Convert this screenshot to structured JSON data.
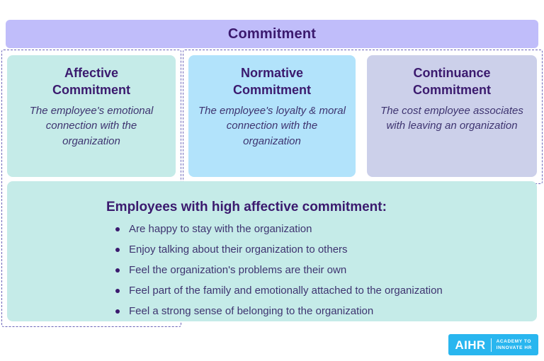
{
  "header": {
    "title": "Commitment"
  },
  "columns": [
    {
      "title": "Affective\nCommitment",
      "title_line1": "Affective",
      "title_line2": "Commitment",
      "description": "The employee's emotional connection with the organization",
      "color": "#c5ebe8"
    },
    {
      "title": "Normative\nCommitment",
      "title_line1": "Normative",
      "title_line2": "Commitment",
      "description": "The employee's loyalty & moral connection with the organization",
      "color": "#b2e3fb"
    },
    {
      "title": "Continuance\nCommitment",
      "title_line1": "Continuance",
      "title_line2": "Commitment",
      "description": "The cost employee associates with leaving an organization",
      "color": "#ccd0ea"
    }
  ],
  "detail": {
    "heading": "Employees with high affective commitment:",
    "items": [
      "Are happy to stay with the organization",
      "Enjoy talking about their organization to others",
      "Feel the organization's problems are their own",
      "Feel part of the family and emotionally attached to the organization",
      "Feel a strong sense of belonging to the organization"
    ],
    "color": "#c5ebe8"
  },
  "logo": {
    "mark": "AIHR",
    "tagline_line1": "ACADEMY TO",
    "tagline_line2": "INNOVATE HR",
    "color": "#29b6ef"
  },
  "theme": {
    "header_bg": "#c0bdfa",
    "text_dark": "#3b1a6e",
    "text_body": "#3e3470",
    "dashed_border": "#6a63b8"
  }
}
